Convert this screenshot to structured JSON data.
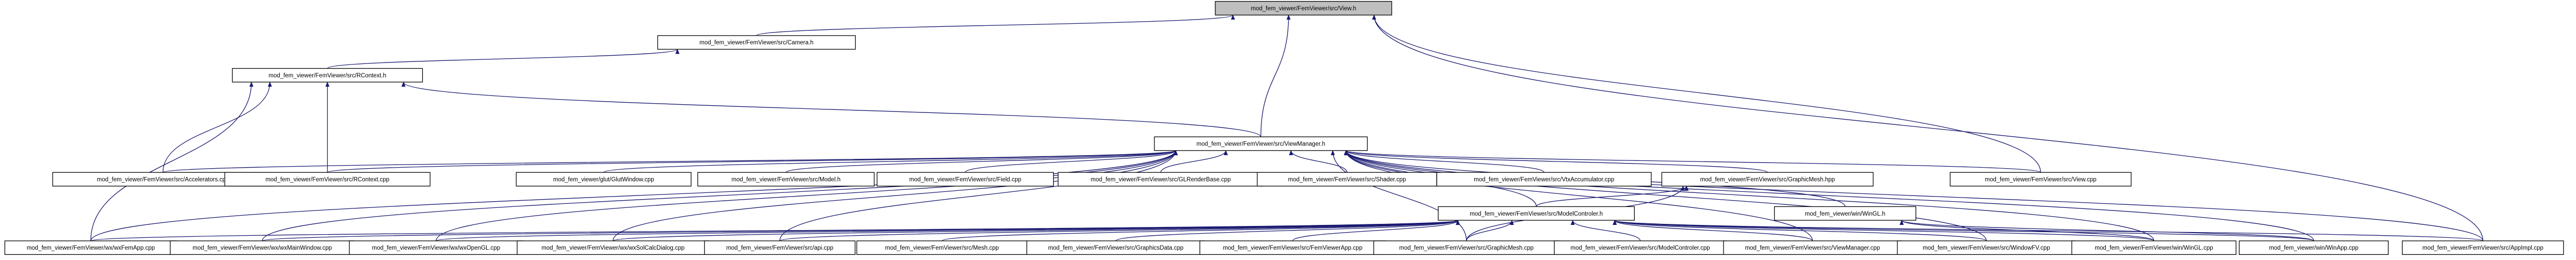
{
  "graph": {
    "colors": {
      "edge": "#191970",
      "node_border": "#000000",
      "node_fill": "#ffffff",
      "selected_fill": "#bfbfbf",
      "background": "#ffffff"
    },
    "nodes": [
      {
        "id": "view_h",
        "label": "mod_fem_viewer/FemViewer/src/View.h",
        "selected": true
      },
      {
        "id": "camera_h",
        "label": "mod_fem_viewer/FemViewer/src/Camera.h"
      },
      {
        "id": "rcontext_h",
        "label": "mod_fem_viewer/FemViewer/src/RContext.h"
      },
      {
        "id": "viewmanager_h",
        "label": "mod_fem_viewer/FemViewer/src/ViewManager.h"
      },
      {
        "id": "accelerators_cpp",
        "label": "mod_fem_viewer/FemViewer/src/Accelerators.cpp"
      },
      {
        "id": "rcontext_cpp",
        "label": "mod_fem_viewer/FemViewer/src/RContext.cpp"
      },
      {
        "id": "glutwindow_cpp",
        "label": "mod_fem_viewer/glut/GlutWindow.cpp"
      },
      {
        "id": "model_h",
        "label": "mod_fem_viewer/FemViewer/src/Model.h"
      },
      {
        "id": "field_cpp",
        "label": "mod_fem_viewer/FemViewer/src/Field.cpp"
      },
      {
        "id": "glrenderbase_cpp",
        "label": "mod_fem_viewer/FemViewer/src/GLRenderBase.cpp"
      },
      {
        "id": "shader_cpp",
        "label": "mod_fem_viewer/FemViewer/src/Shader.cpp"
      },
      {
        "id": "vtxaccumulator_cpp",
        "label": "mod_fem_viewer/FemViewer/src/VtxAccumulator.cpp"
      },
      {
        "id": "graphicmesh_hpp",
        "label": "mod_fem_viewer/FemViewer/src/GraphicMesh.hpp"
      },
      {
        "id": "view_cpp",
        "label": "mod_fem_viewer/FemViewer/src/View.cpp"
      },
      {
        "id": "modelcontrol_h",
        "label": "mod_fem_viewer/FemViewer/src/ModelControler.h"
      },
      {
        "id": "wingl_h",
        "label": "mod_fem_viewer/win/WinGL.h"
      },
      {
        "id": "wxfemapp_cpp",
        "label": "mod_fem_viewer/FemViewer/wx/wxFemApp.cpp"
      },
      {
        "id": "wxmainwindow_cpp",
        "label": "mod_fem_viewer/FemViewer/wx/wxMainWindow.cpp"
      },
      {
        "id": "wxopengl_cpp",
        "label": "mod_fem_viewer/FemViewer/wx/wxOpenGL.cpp"
      },
      {
        "id": "wxsolcalcdialog_cpp",
        "label": "mod_fem_viewer/FemViewer/wx/wxSolCalcDialog.cpp"
      },
      {
        "id": "api_cpp",
        "label": "mod_fem_viewer/FemViewer/src/api.cpp"
      },
      {
        "id": "mesh_cpp",
        "label": "mod_fem_viewer/FemViewer/src/Mesh.cpp"
      },
      {
        "id": "graphicsdata_cpp",
        "label": "mod_fem_viewer/FemViewer/src/GraphicsData.cpp"
      },
      {
        "id": "femviewerapp_cpp",
        "label": "mod_fem_viewer/FemViewer/src/FemViewerApp.cpp"
      },
      {
        "id": "graphicmesh_cpp",
        "label": "mod_fem_viewer/FemViewer/src/GraphicMesh.cpp"
      },
      {
        "id": "modelcontrol_cpp",
        "label": "mod_fem_viewer/FemViewer/src/ModelControler.cpp"
      },
      {
        "id": "viewmanager_cpp",
        "label": "mod_fem_viewer/FemViewer/src/ViewManager.cpp"
      },
      {
        "id": "windowfv_cpp",
        "label": "mod_fem_viewer/FemViewer/src/WindowFV.cpp"
      },
      {
        "id": "wingl_cpp",
        "label": "mod_fem_viewer/FemViewer/win/WinGL.cpp"
      },
      {
        "id": "winapp_cpp",
        "label": "mod_fem_viewer/win/WinApp.cpp"
      },
      {
        "id": "appimpl_cpp",
        "label": "mod_fem_viewer/FemViewer/src/AppImpl.cpp"
      }
    ]
  }
}
